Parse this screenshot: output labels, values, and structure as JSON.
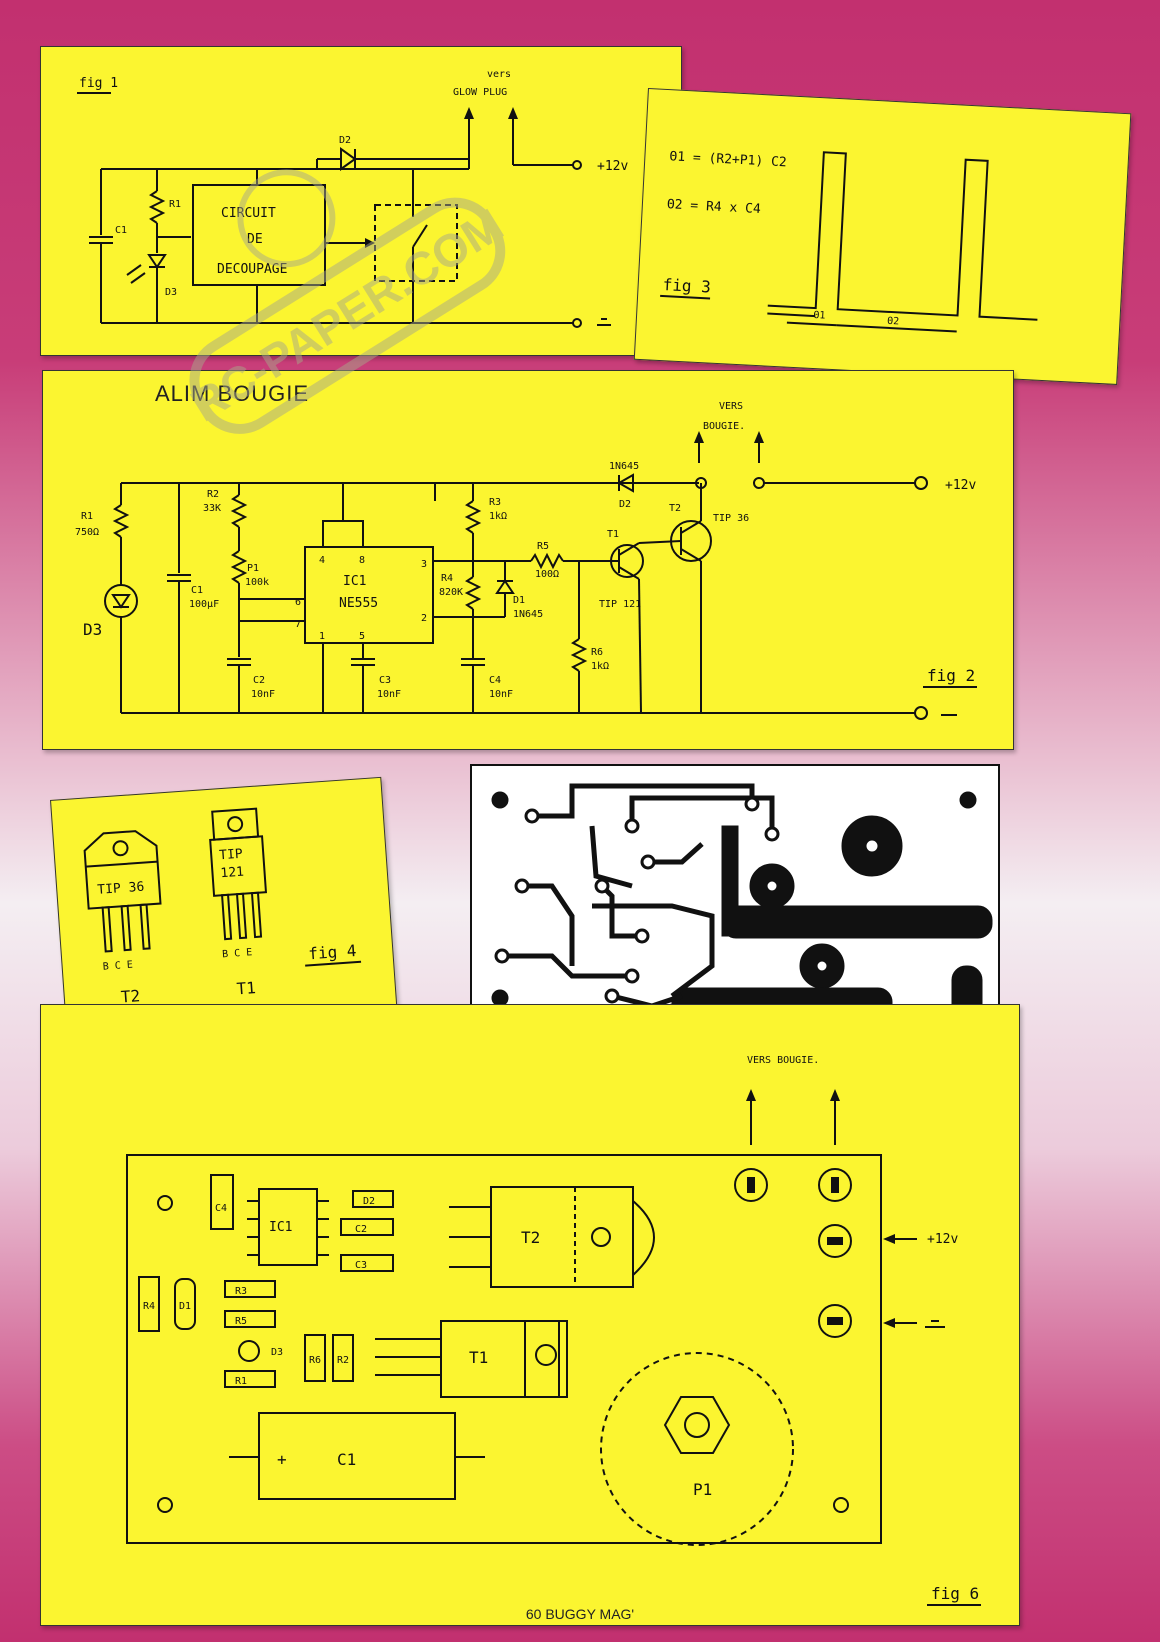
{
  "page": {
    "footer": "60 BUGGY MAG'"
  },
  "watermark": {
    "text": "RC-PAPER.COM"
  },
  "fig1": {
    "label": "fig 1",
    "vers": "vers",
    "glow_plug": "GLOW PLUG",
    "plus12": "+12v",
    "box_line1": "CIRCUIT",
    "box_line2": "DE",
    "box_line3": "DECOUPAGE",
    "c1": "C1",
    "r1": "R1",
    "d2": "D2",
    "d3": "D3"
  },
  "fig3": {
    "label": "fig 3",
    "eq1": "Θ1 = (R2+P1) C2",
    "eq2": "Θ2 =   R4 x C4",
    "t1": "Θ1",
    "t2": "Θ2"
  },
  "fig2": {
    "title": "ALIM  BOUGIE",
    "label": "fig 2",
    "vers": "VERS",
    "bougie": "BOUGIE.",
    "plus12": "+12v",
    "r1": "R1",
    "r1v": "750Ω",
    "r2": "R2",
    "r2v": "33K",
    "p1": "P1",
    "p1v": "100k",
    "c1": "C1",
    "c1v": "100μF",
    "c2": "C2",
    "c2v": "10nF",
    "c3": "C3",
    "c3v": "10nF",
    "c4": "C4",
    "c4v": "10nF",
    "ic": "IC1",
    "ic2": "NE555",
    "r3": "R3",
    "r3v": "1kΩ",
    "r4": "R4",
    "r4v": "820K",
    "r5": "R5",
    "r5v": "100Ω",
    "r6": "R6",
    "r6v": "1kΩ",
    "d1": "D1",
    "d1v": "1N645",
    "d2": "D2",
    "d2v": "1N645",
    "d3": "D3",
    "t1": "T1",
    "t1v": "TIP 121",
    "t2": "T2",
    "t2v": "TIP 36",
    "pins": [
      "4",
      "8",
      "3",
      "6",
      "2",
      "7",
      "1",
      "5"
    ]
  },
  "fig4": {
    "label": "fig 4",
    "t2_part": "TIP 36",
    "t1_part_a": "TIP",
    "t1_part_b": "121",
    "pins": "B C E",
    "t2": "T2",
    "t1": "T1"
  },
  "fig6": {
    "label": "fig 6",
    "vers_bougie": "VERS  BOUGIE.",
    "plus12": "+12v",
    "parts": {
      "c4": "C4",
      "ic1": "IC1",
      "d2": "D2",
      "c2": "C2",
      "c3": "C3",
      "t2": "T2",
      "r4": "R4",
      "d1": "D1",
      "r3": "R3",
      "r5": "R5",
      "d3": "D3",
      "r1": "R1",
      "r6": "R6",
      "r2": "R2",
      "t1": "T1",
      "c1": "C1",
      "p1": "P1",
      "plus": "+"
    }
  }
}
